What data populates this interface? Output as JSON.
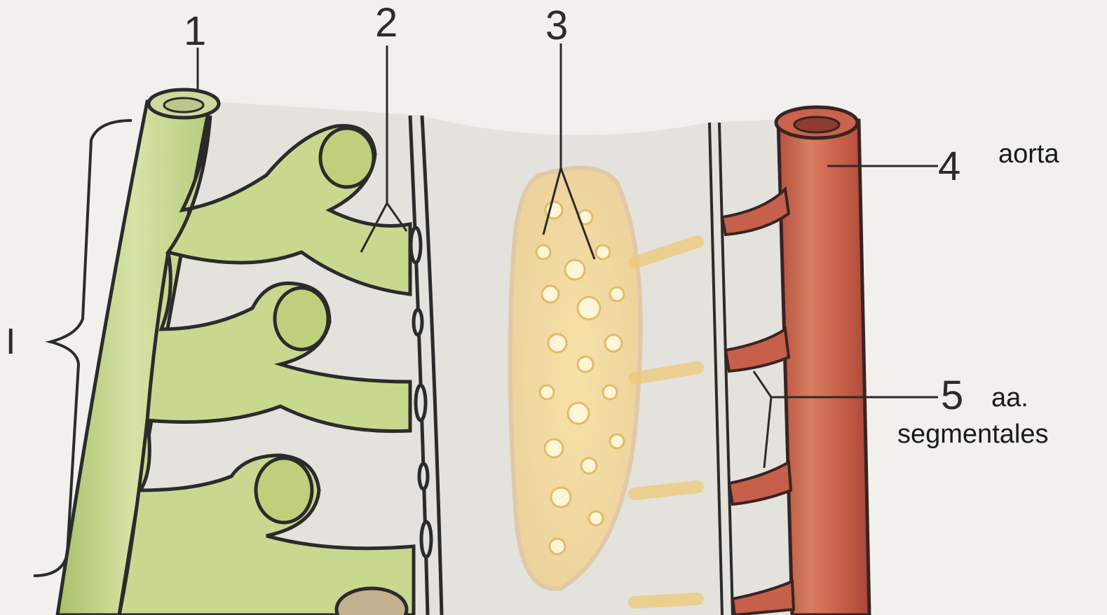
{
  "labels": {
    "n1": "1",
    "n2": "2",
    "n3": "3",
    "n4": "4",
    "n5": "5",
    "segment": "I",
    "aorta": "aorta",
    "segmentales_line1": "aa.",
    "segmentales_line2": "segmentales"
  },
  "colors": {
    "background": "#f1f0ec",
    "tissue": "#e4e2dc",
    "duct_green": "#c8d99a",
    "tubule_green": "#c9d88f",
    "aorta_red": "#c9634c",
    "glomerulus_yellow": "#f0d9a0",
    "outline": "#2b2b2b"
  }
}
